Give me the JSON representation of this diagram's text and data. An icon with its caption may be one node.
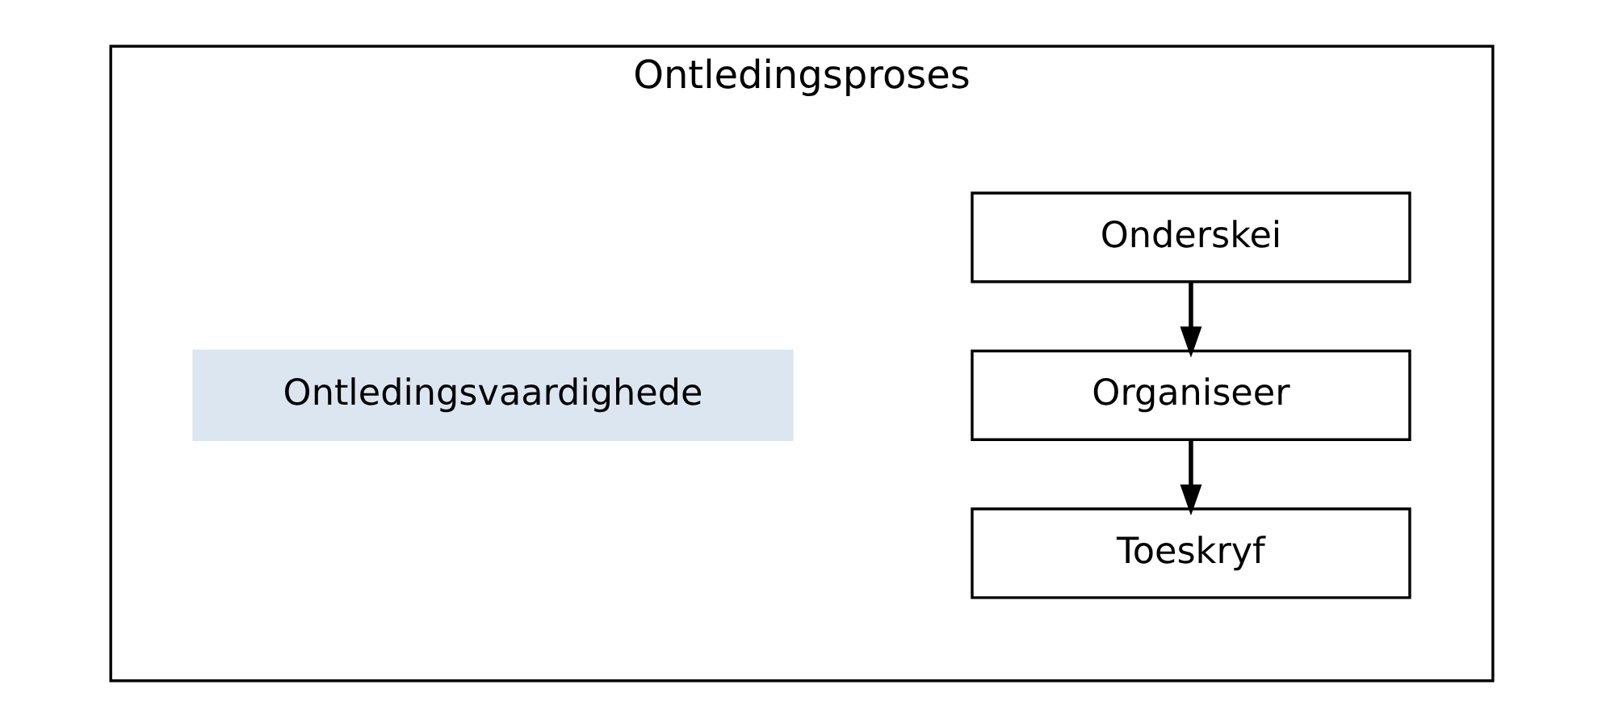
{
  "diagram": {
    "nodes": [
      {
        "text": [
          "Ontledingsproses"
        ]
      },
      {
        "text": [
          "Onderskei"
        ],
        "in": 0
      },
      {
        "text": [
          "Organiseer"
        ],
        "in": 0
      },
      {
        "text": [
          "Toeskryf"
        ],
        "in": 0
      },
      {
        "text": [
          "Ontledingsvaardighede"
        ],
        "in": 0
      }
    ],
    "edges": [
      {
        "from": 1,
        "to": 2,
        "arrow": "to"
      },
      {
        "from": 2,
        "to": 3,
        "arrow": "to"
      }
    ]
  }
}
